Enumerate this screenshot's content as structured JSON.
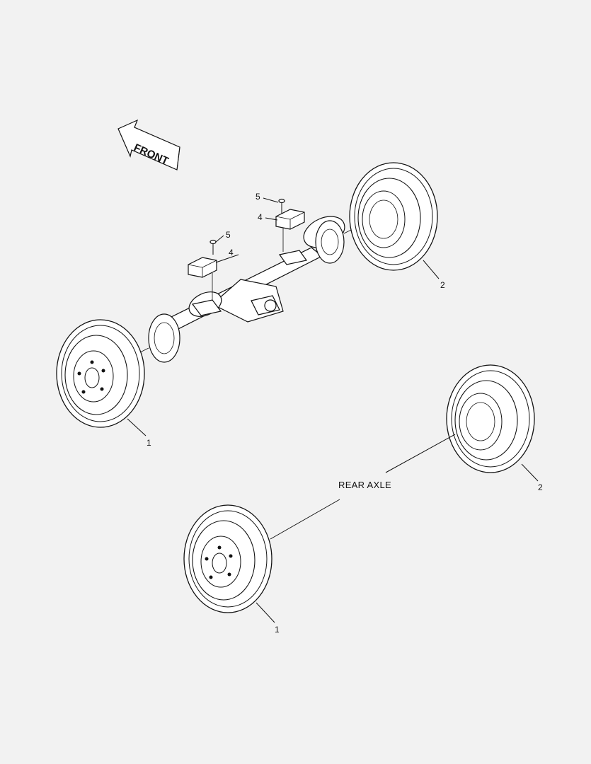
{
  "front_arrow": {
    "label": "FRONT"
  },
  "section_label": "REAR AXLE",
  "callouts": {
    "front_left_wheel": "1",
    "front_right_wheel": "2",
    "rear_left_wheel": "1",
    "rear_right_wheel": "2",
    "pad_left": "4",
    "bolt_left": "5",
    "pad_right": "4",
    "bolt_right": "5"
  },
  "colors": {
    "background": "#f2f2f2",
    "line": "#111111",
    "fill": "#ffffff"
  }
}
